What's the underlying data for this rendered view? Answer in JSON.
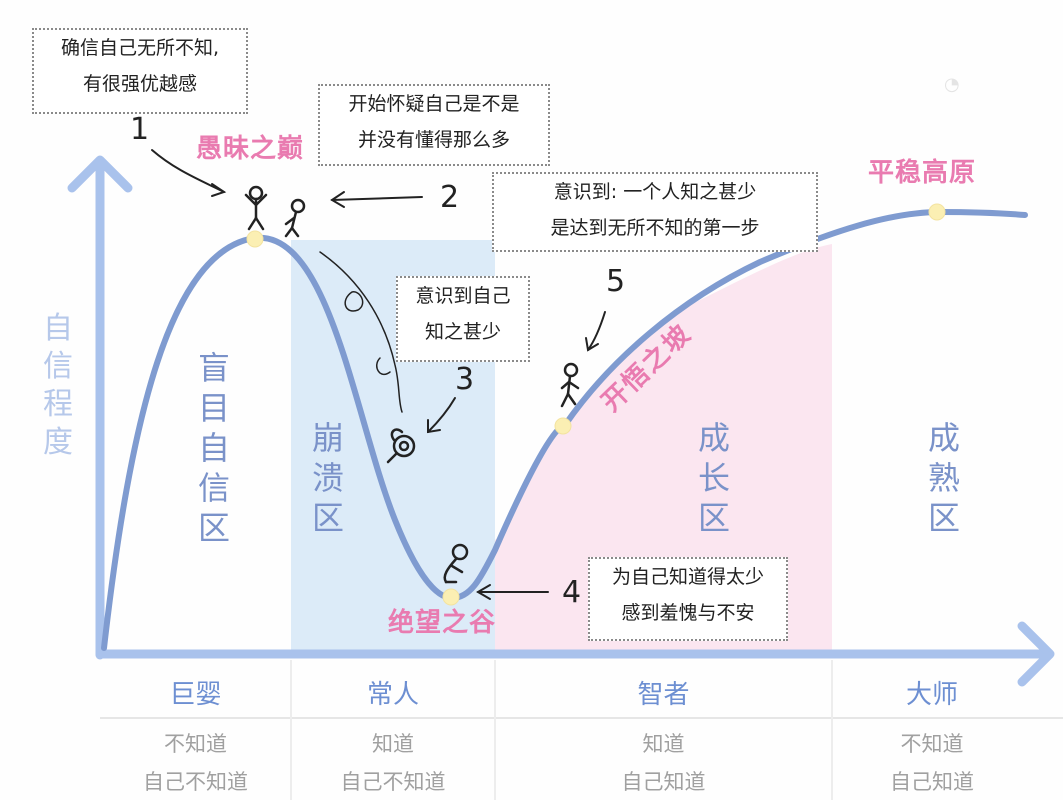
{
  "y_axis_label": [
    "自",
    "信",
    "程",
    "度"
  ],
  "peaks": {
    "summit": "愚昧之巅",
    "valley": "绝望之谷",
    "slope": "开悟之坡",
    "plateau": "平稳高原"
  },
  "zones": [
    {
      "chars": [
        "盲",
        "目",
        "自",
        "信",
        "区"
      ]
    },
    {
      "chars": [
        "崩",
        "溃",
        "区"
      ]
    },
    {
      "chars": [
        "成",
        "长",
        "区"
      ]
    },
    {
      "chars": [
        "成",
        "熟",
        "区"
      ]
    }
  ],
  "annotations": [
    {
      "number": "1",
      "lines": [
        "确信自己无所不知,",
        "有很强优越感"
      ]
    },
    {
      "number": "2",
      "lines": [
        "开始怀疑自己是不是",
        "并没有懂得那么多"
      ]
    },
    {
      "number": "3",
      "lines": [
        "意识到自己",
        "知之甚少"
      ]
    },
    {
      "number": "4",
      "lines": [
        "为自己知道得太少",
        "感到羞愧与不安"
      ]
    },
    {
      "number": "5",
      "lines": [
        "意识到: 一个人知之甚少",
        "是达到无所不知的第一步"
      ]
    }
  ],
  "stages": [
    {
      "name": "巨婴",
      "line1": "不知道",
      "line2": "自己不知道"
    },
    {
      "name": "常人",
      "line1": "知道",
      "line2": "自己不知道"
    },
    {
      "name": "智者",
      "line1": "知道",
      "line2": "自己知道"
    },
    {
      "name": "大师",
      "line1": "不知道",
      "line2": "自己知道"
    }
  ],
  "colors": {
    "curve": "#7f9bd0",
    "axis": "#a9c2ec",
    "collapse_zone": "#dcebf8",
    "growth_zone": "#fbe6f0",
    "pink_label": "#e97bb0",
    "dot": "#fbefb3"
  }
}
